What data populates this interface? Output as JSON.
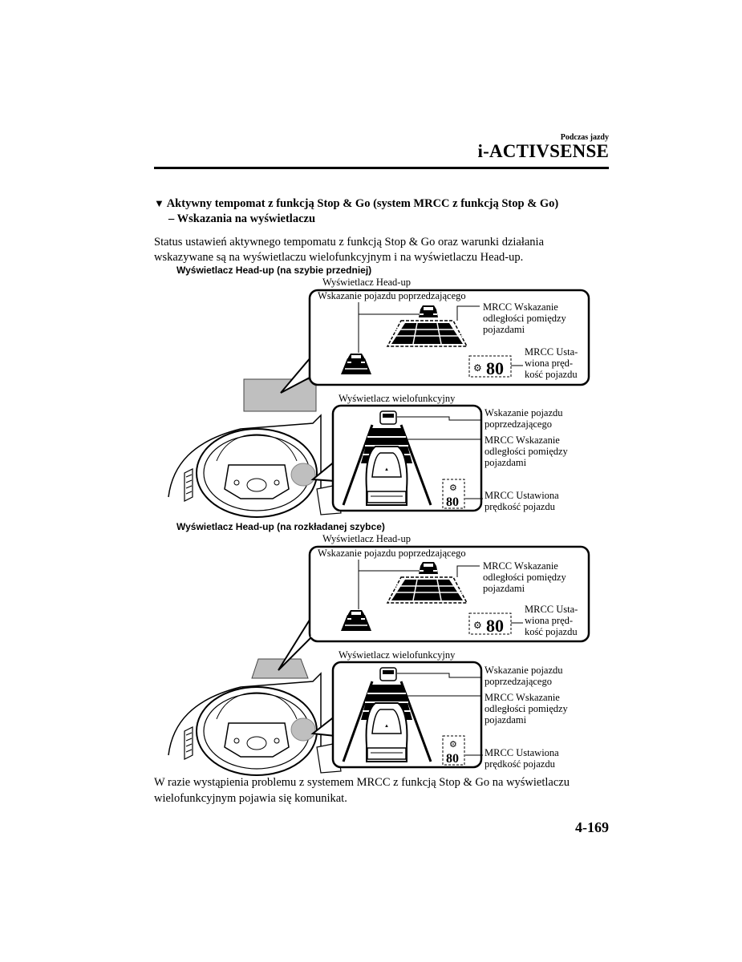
{
  "header": {
    "running_head": "Podczas jazdy",
    "chapter_title": "i-ACTIVSENSE"
  },
  "section": {
    "marker": "▼",
    "heading_line1": "Aktywny tempomat z funkcją Stop & Go (system MRCC z funkcją Stop & Go)",
    "heading_line2": "– Wskazania na wyświetlaczu",
    "intro_line1": "Status ustawień aktywnego tempomatu z funkcją Stop & Go oraz warunki działania",
    "intro_line2": "wskazywane są na wyświetlaczu wielofunkcyjnym i na wyświetlaczu Head-up."
  },
  "figure1": {
    "subheading": "Wyświetlacz Head-up (na szybie przedniej)",
    "hud_title": "Wyświetlacz Head-up",
    "hud_leading": "Wskazanie pojazdu poprzedzającego",
    "hud_distance": [
      "MRCC Wskazanie",
      "odległości pomiędzy",
      "pojazdami"
    ],
    "hud_speed": [
      "MRCC Usta-",
      "wiona pręd-",
      "kość pojazdu"
    ],
    "speed_value": "80",
    "md_title": "Wyświetlacz wielofunkcyjny",
    "md_leading": [
      "Wskazanie pojazdu",
      "poprzedzającego"
    ],
    "md_distance": [
      "MRCC Wskazanie",
      "odległości pomiędzy",
      "pojazdami"
    ],
    "md_speed": [
      "MRCC Ustawiona",
      "prędkość pojazdu"
    ]
  },
  "figure2": {
    "subheading": "Wyświetlacz Head-up (na rozkładanej szybce)",
    "hud_title": "Wyświetlacz Head-up",
    "hud_leading": "Wskazanie pojazdu poprzedzającego",
    "hud_distance": [
      "MRCC Wskazanie",
      "odległości pomiędzy",
      "pojazdami"
    ],
    "hud_speed": [
      "MRCC Usta-",
      "wiona pręd-",
      "kość pojazdu"
    ],
    "speed_value": "80",
    "md_title": "Wyświetlacz wielofunkcyjny",
    "md_leading": [
      "Wskazanie pojazdu",
      "poprzedzającego"
    ],
    "md_distance": [
      "MRCC Wskazanie",
      "odległości pomiędzy",
      "pojazdami"
    ],
    "md_speed": [
      "MRCC Ustawiona",
      "prędkość pojazdu"
    ]
  },
  "footer": {
    "note_line1": "W razie wystąpienia problemu z systemem MRCC z funkcją Stop & Go na wyświetlaczu",
    "note_line2": "wielofunkcyjnym pojawia się komunikat.",
    "page_number": "4-169"
  }
}
